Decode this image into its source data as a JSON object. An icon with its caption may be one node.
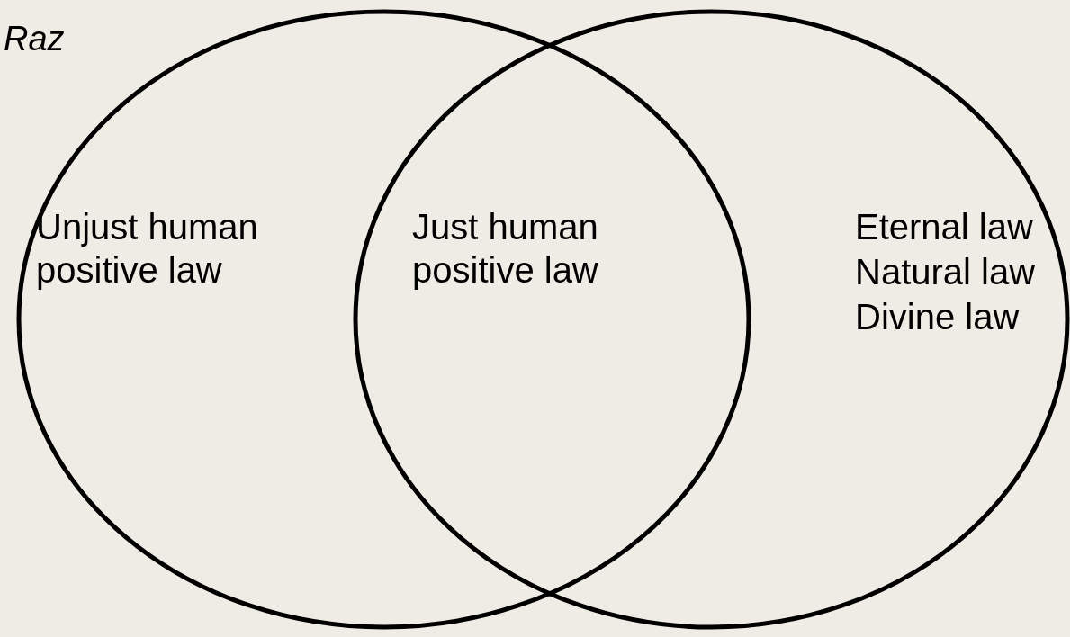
{
  "diagram": {
    "nodes": [
      {
        "text": [
          "Unjust human positive law"
        ]
      },
      {
        "text": [
          "Just human positive law"
        ]
      },
      {
        "text": [
          "Eternal law",
          "Natural law",
          "Divine law"
        ]
      }
    ],
    "edges": [],
    "labels": [
      "Raz"
    ]
  }
}
